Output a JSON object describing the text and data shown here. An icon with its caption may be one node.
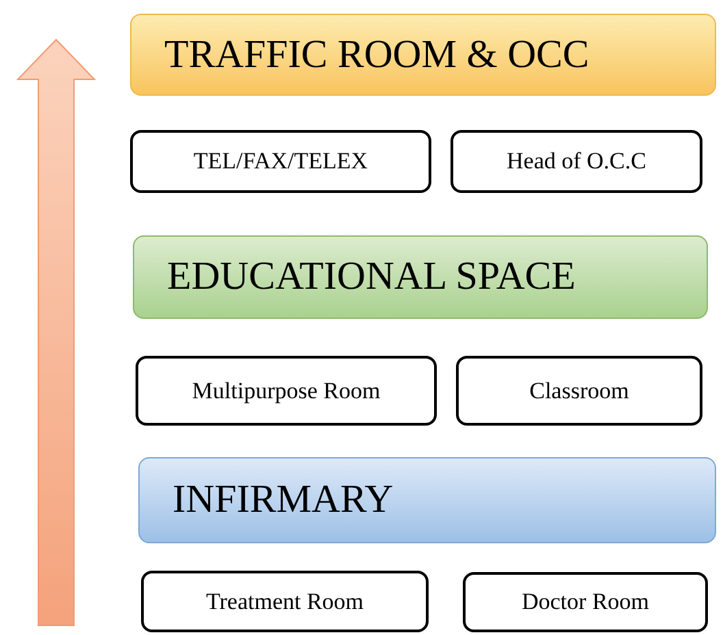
{
  "diagram": {
    "nodes": [
      {
        "text": [
          "TRAFFIC ROOM & OCC"
        ]
      },
      {
        "text": [
          "TEL/FAX/TELEX"
        ]
      },
      {
        "text": [
          "Head of O.C.C"
        ]
      },
      {
        "text": [
          "EDUCATIONAL SPACE"
        ]
      },
      {
        "text": [
          "Multipurpose Room"
        ]
      },
      {
        "text": [
          "Classroom"
        ]
      },
      {
        "text": [
          "INFIRMARY"
        ]
      },
      {
        "text": [
          "Treatment Room"
        ]
      },
      {
        "text": [
          "Doctor Room"
        ]
      }
    ]
  }
}
